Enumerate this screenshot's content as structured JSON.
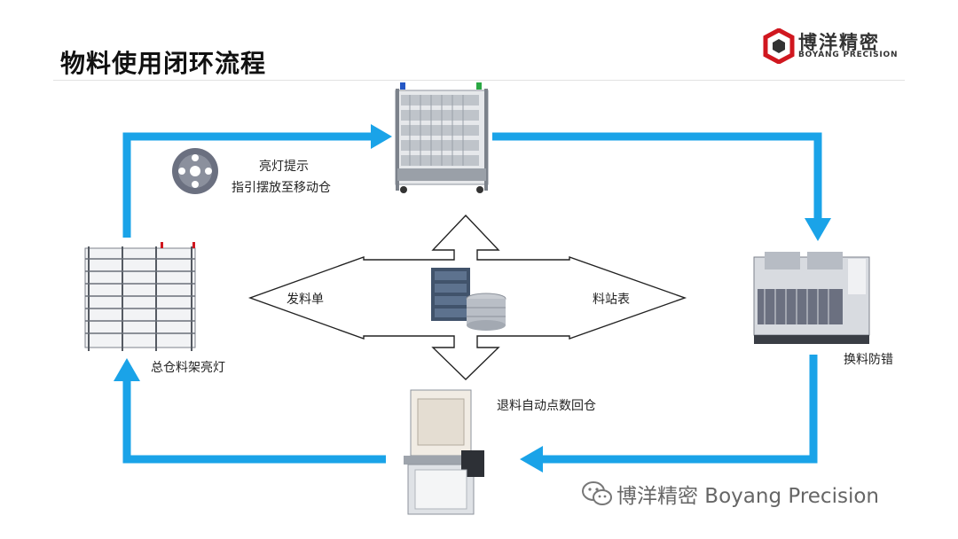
{
  "title": "物料使用闭环流程",
  "logo": {
    "name_cn": "博洋精密",
    "name_en": "BOYANG PRECISION",
    "color": "#d0171f"
  },
  "flow_color": "#1aa3e8",
  "nodes": {
    "mobile_rack": {
      "label": "亮灯提示",
      "sublabel": "指引摆放至移动仓"
    },
    "warehouse_rack": {
      "label": "总仓料架亮灯"
    },
    "smt_machine": {
      "label": "换料防错"
    },
    "counter": {
      "label": "退料自动点数回仓"
    }
  },
  "center": {
    "left_label": "发料单",
    "right_label": "料站表"
  },
  "watermark": "博洋精密 Boyang Precision"
}
